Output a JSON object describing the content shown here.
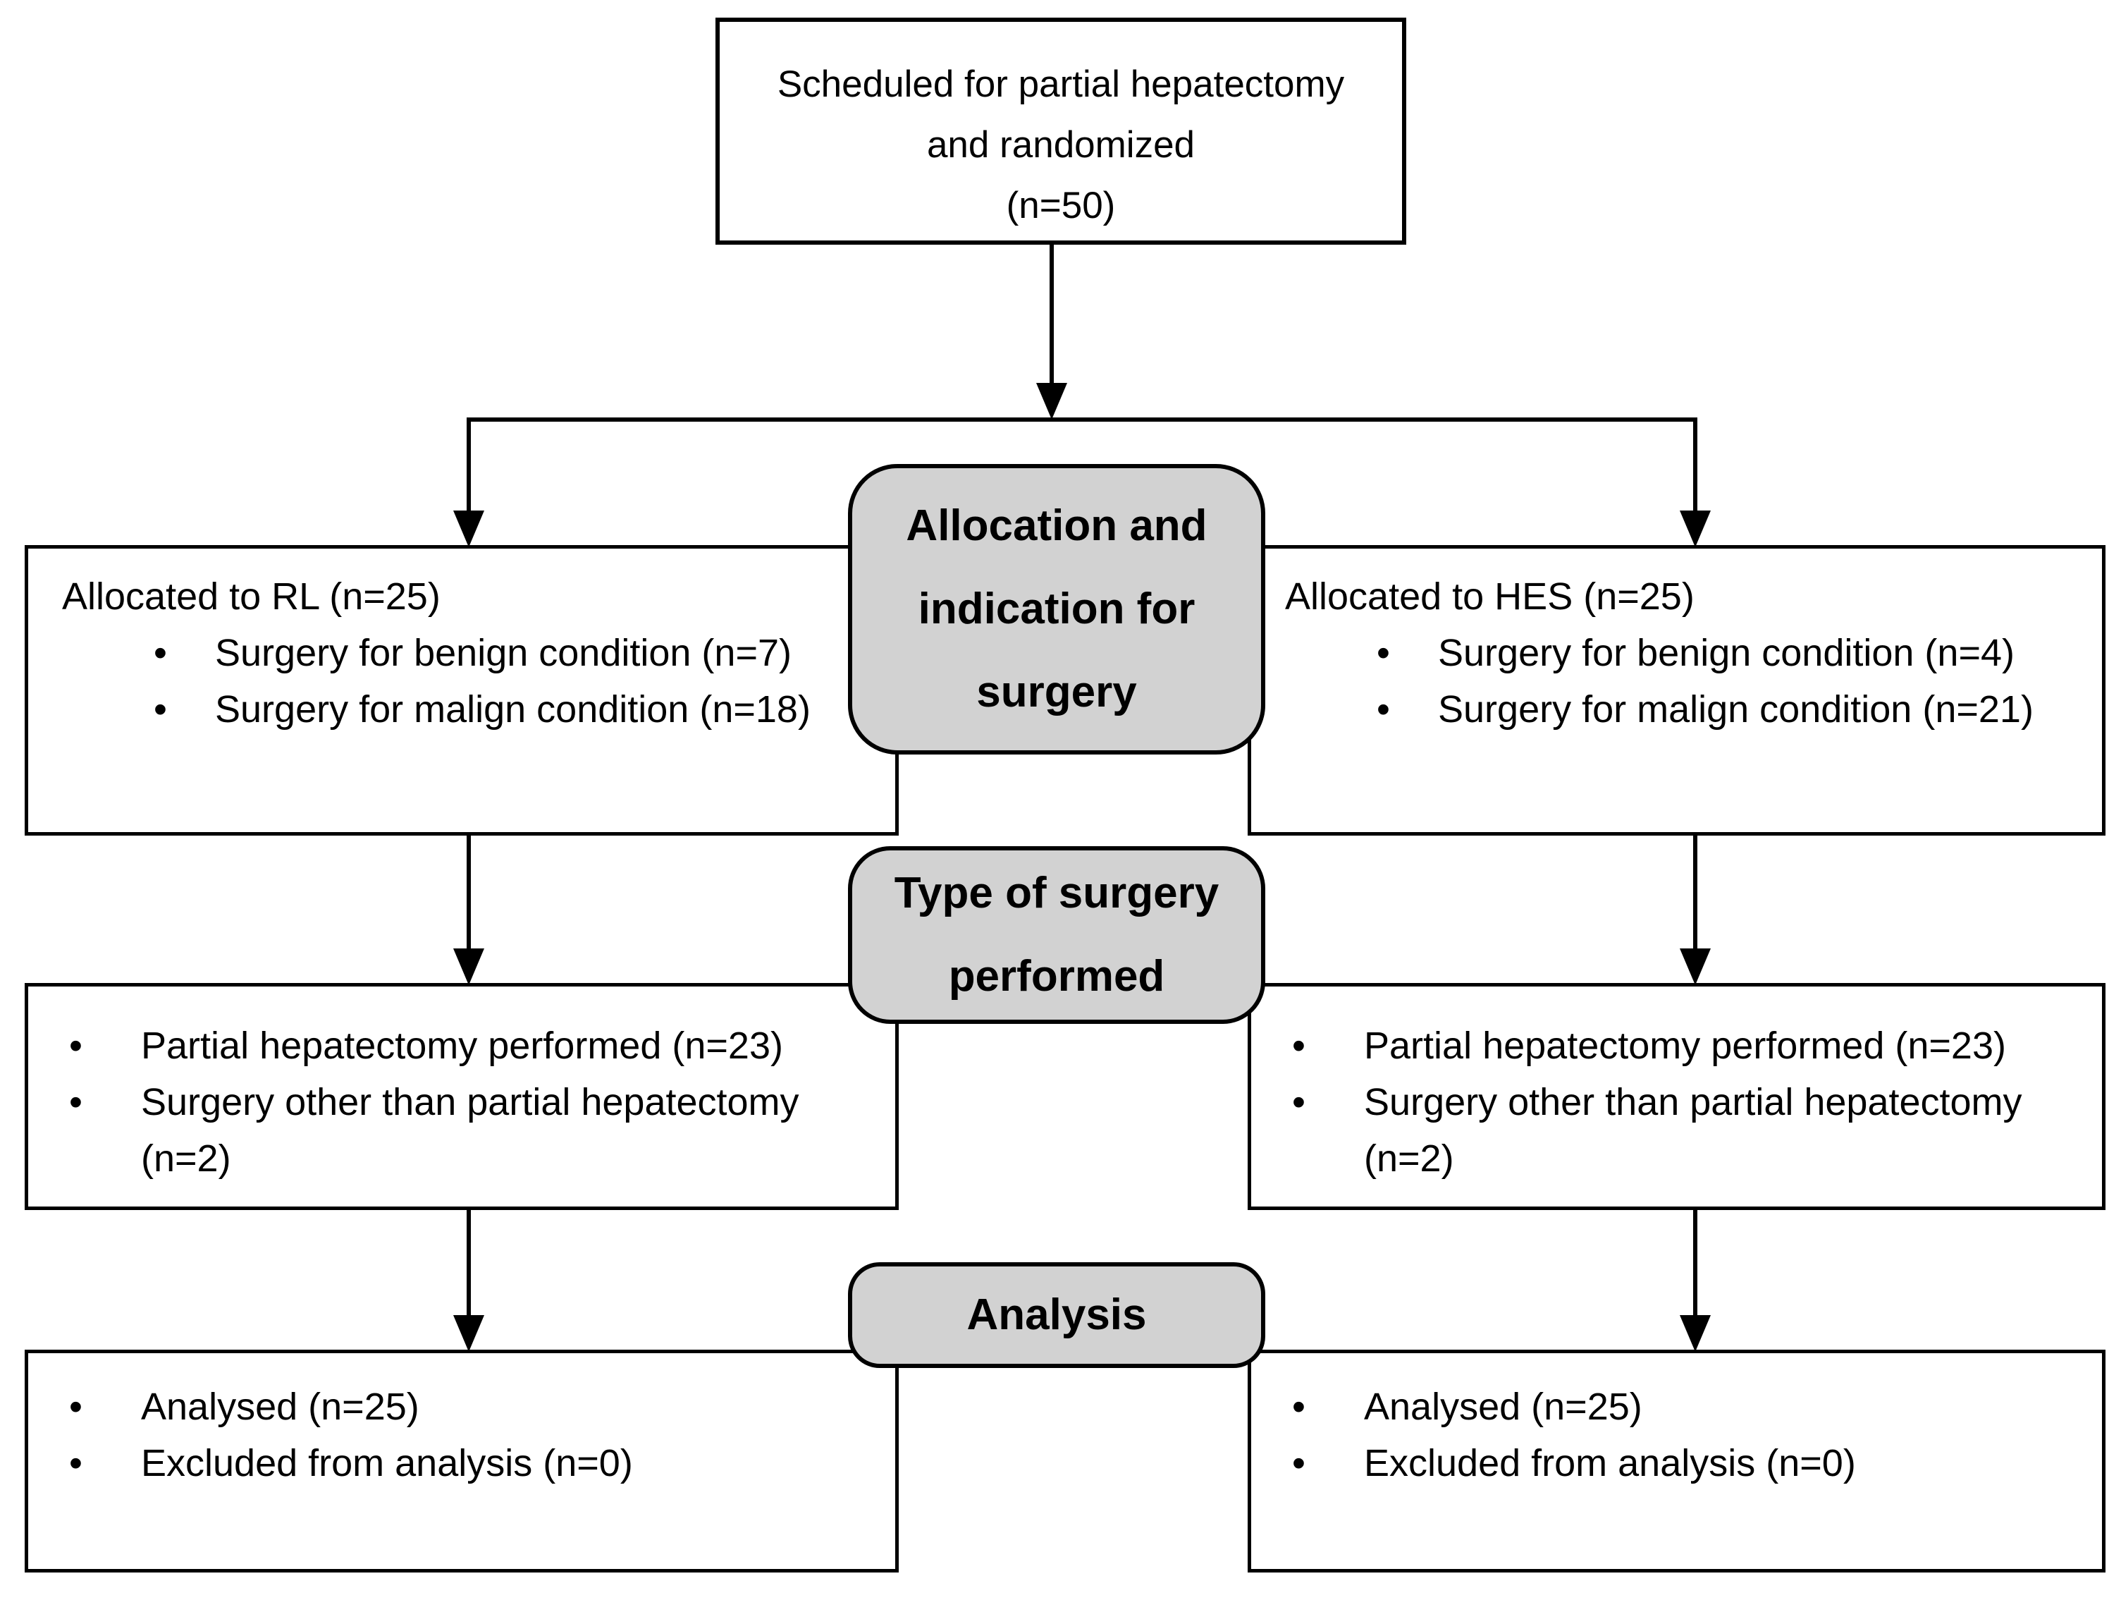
{
  "colors": {
    "stage_fill": "#d2d2d2",
    "line_color": "#000000",
    "box_fill": "#ffffff"
  },
  "top_box": {
    "line1": "Scheduled for partial hepatectomy",
    "line2": "and randomized",
    "line3": "(n=50)"
  },
  "stages": {
    "allocation": {
      "line1": "Allocation and",
      "line2": "indication for",
      "line3": "surgery"
    },
    "surgery_type": {
      "line1": "Type of surgery",
      "line2": "performed"
    },
    "analysis": {
      "line1": "Analysis"
    }
  },
  "left_column": {
    "allocation": {
      "title": "Allocated to RL (n=25)",
      "bullet1": "Surgery for benign condition (n=7)",
      "bullet2": "Surgery for malign condition (n=18)"
    },
    "surgery_type": {
      "bullet1": "Partial hepatectomy performed (n=23)",
      "bullet2": "Surgery other than partial hepatectomy",
      "bullet2_cont": "(n=2)"
    },
    "analysis": {
      "bullet1": "Analysed (n=25)",
      "bullet2": "Excluded from analysis (n=0)"
    }
  },
  "right_column": {
    "allocation": {
      "title": "Allocated to HES (n=25)",
      "bullet1": "Surgery for benign condition (n=4)",
      "bullet2": "Surgery for malign condition (n=21)"
    },
    "surgery_type": {
      "bullet1": "Partial hepatectomy performed (n=23)",
      "bullet2": "Surgery other than partial hepatectomy",
      "bullet2_cont": "(n=2)"
    },
    "analysis": {
      "bullet1": "Analysed (n=25)",
      "bullet2": "Excluded from analysis (n=0)"
    }
  }
}
